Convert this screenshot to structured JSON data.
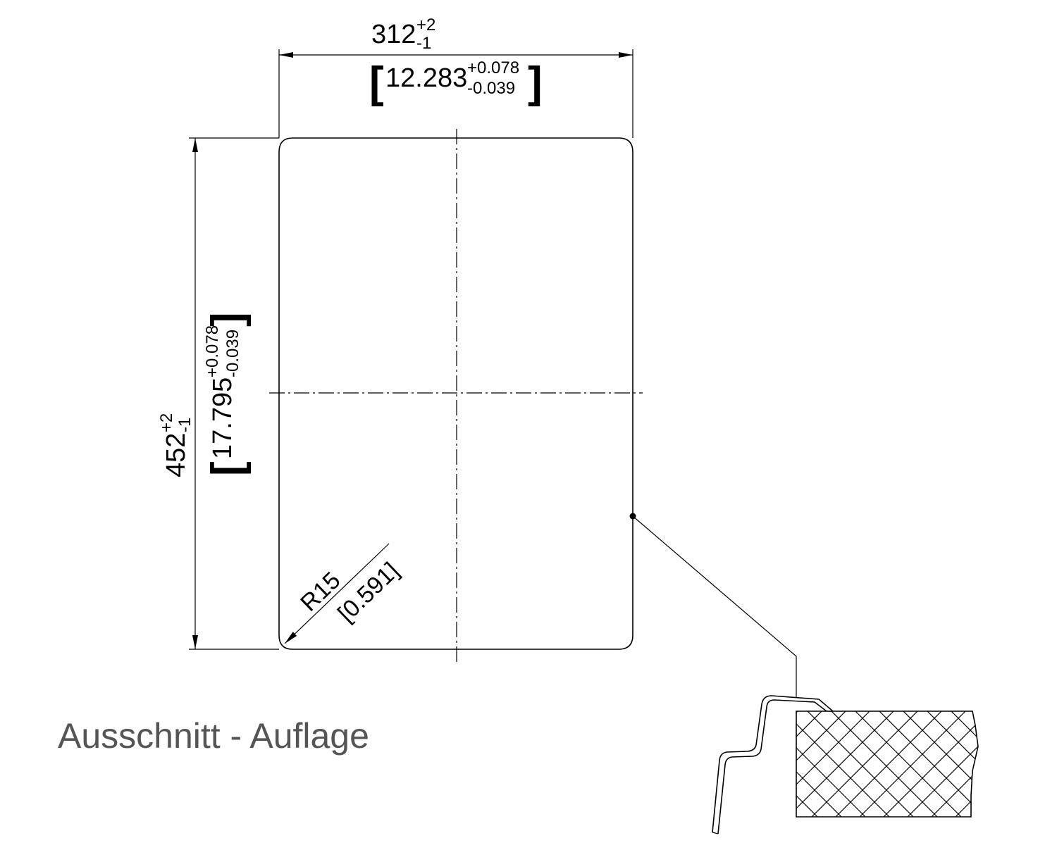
{
  "caption": "Ausschnitt - Auflage",
  "width_dim": {
    "nominal": "312",
    "tol_plus": "+2",
    "tol_minus": "-1",
    "inch_nominal": "12.283",
    "inch_tol_plus": "+0.078",
    "inch_tol_minus": "-0.039",
    "bracket_open": "[",
    "bracket_close": "]"
  },
  "height_dim": {
    "nominal": "452",
    "tol_plus": "+2",
    "tol_minus": "-1",
    "inch_nominal": "17.795",
    "inch_tol_plus": "+0.078",
    "inch_tol_minus": "-0.039",
    "bracket_open": "[",
    "bracket_close": "]"
  },
  "radius_dim": {
    "label": "R15",
    "inch_label": "[0.591]"
  }
}
